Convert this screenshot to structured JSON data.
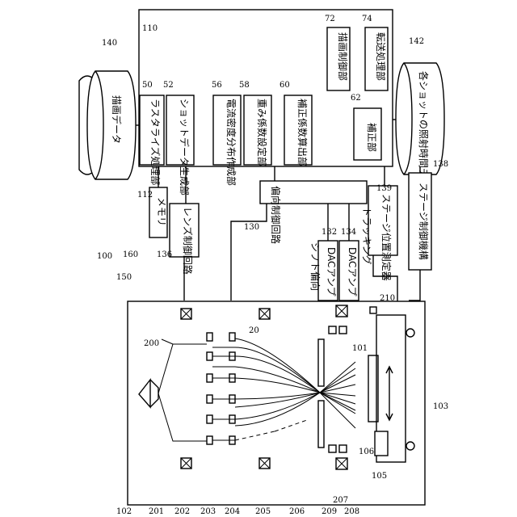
{
  "labels": {
    "rasterize": "ラスタライズ処理部",
    "shot_data": "ショットデータ生成部",
    "current_density": "電流密度分布作成部",
    "weight_coef": "重み係数設定部",
    "correction_coef": "補正係数算出部",
    "correction": "補正部",
    "draw_control": "描画制御部",
    "transfer": "転送処理部",
    "draw_data": "描画データ",
    "shot_time_data": "各ショットの照射時間データ",
    "memory": "メモリ",
    "lens_control": "レンズ制御回路",
    "deflection_control": "偏向制御回路",
    "tracking": "トラッキング",
    "stage_pos": "ステージ位置測定器",
    "stage_control": "ステージ制御機構",
    "shift_deflect": "シフト偏向",
    "dac1": "DACアンプ",
    "dac2": "DACアンプ"
  },
  "refs": {
    "r110": "110",
    "r140": "140",
    "r142": "142",
    "r50": "50",
    "r52": "52",
    "r56": "56",
    "r58": "58",
    "r60": "60",
    "r62": "62",
    "r72": "72",
    "r74": "74",
    "r112": "112",
    "r136": "136",
    "r130": "130",
    "r132": "132",
    "r134": "134",
    "r139": "139",
    "r138": "138",
    "r100": "100",
    "r150": "150",
    "r160": "160",
    "r200": "200",
    "r20": "20",
    "r101": "101",
    "r210": "210",
    "r103": "103",
    "r106": "106",
    "r105": "105",
    "r102": "102",
    "r201": "201",
    "r202": "202",
    "r203": "203",
    "r204": "204",
    "r205": "205",
    "r206": "206",
    "r207": "207",
    "r208": "208",
    "r209": "209"
  }
}
